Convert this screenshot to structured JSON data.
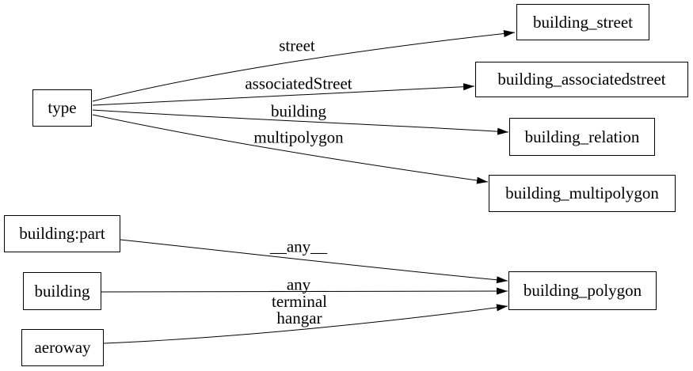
{
  "diagram": {
    "kind": "directed-graph",
    "background_color": "#ffffff",
    "stroke_color": "#000000",
    "text_color": "#000000",
    "nodes": {
      "type": {
        "label": "type"
      },
      "building_street": {
        "label": "building_street"
      },
      "building_associatedstreet": {
        "label": "building_associatedstreet"
      },
      "building_relation": {
        "label": "building_relation"
      },
      "building_multipolygon": {
        "label": "building_multipolygon"
      },
      "building_part": {
        "label": "building:part"
      },
      "building": {
        "label": "building"
      },
      "aeroway": {
        "label": "aeroway"
      },
      "building_polygon": {
        "label": "building_polygon"
      }
    },
    "edges": [
      {
        "from": "type",
        "to": "building_street",
        "label": "street"
      },
      {
        "from": "type",
        "to": "building_associatedstreet",
        "label": "associatedStreet"
      },
      {
        "from": "type",
        "to": "building_relation",
        "label": "building"
      },
      {
        "from": "type",
        "to": "building_multipolygon",
        "label": "multipolygon"
      },
      {
        "from": "building:part",
        "to": "building_polygon",
        "label": "__any__"
      },
      {
        "from": "building",
        "to": "building_polygon",
        "label": "__any__"
      },
      {
        "from": "aeroway",
        "to": "building_polygon",
        "label": "terminal\nhangar"
      }
    ]
  }
}
